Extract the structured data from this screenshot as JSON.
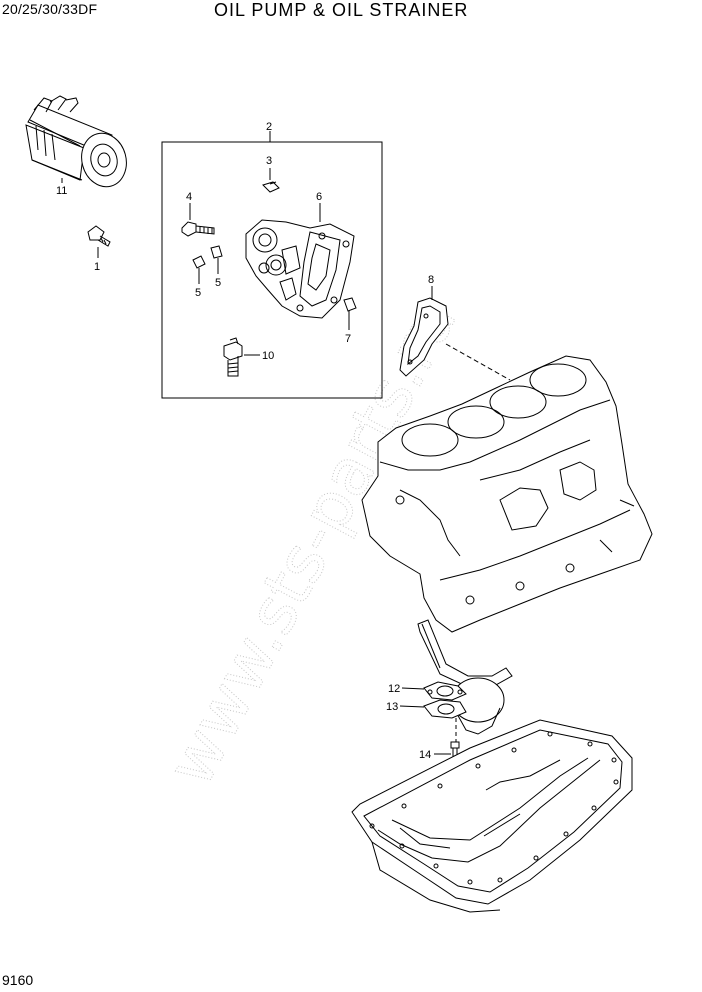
{
  "header": {
    "model": "20/25/30/33DF",
    "title": "OIL PUMP & OIL STRAINER"
  },
  "footer": {
    "page_number": "9160"
  },
  "watermark": {
    "text": "www.sts-parts.ru"
  },
  "callouts": [
    {
      "label": "1",
      "part": "bolt"
    },
    {
      "label": "2",
      "part": "filter-bracket-assembly"
    },
    {
      "label": "3",
      "part": "connector"
    },
    {
      "label": "4",
      "part": "bolt"
    },
    {
      "label": "5",
      "part": "plug"
    },
    {
      "label": "5",
      "part": "plug"
    },
    {
      "label": "6",
      "part": "filter-bracket"
    },
    {
      "label": "7",
      "part": "plug"
    },
    {
      "label": "8",
      "part": "gasket"
    },
    {
      "label": "10",
      "part": "stud"
    },
    {
      "label": "11",
      "part": "oil-filter"
    },
    {
      "label": "12",
      "part": "gasket"
    },
    {
      "label": "13",
      "part": "oil-strainer-flange"
    },
    {
      "label": "14",
      "part": "bolt"
    }
  ]
}
